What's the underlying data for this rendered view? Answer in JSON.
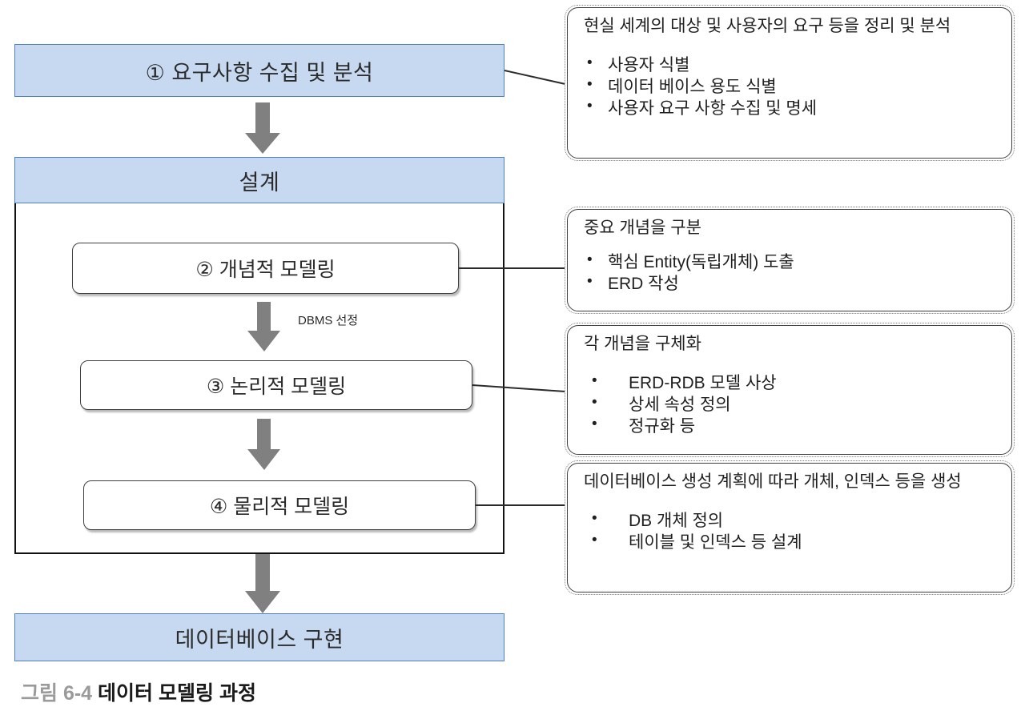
{
  "figure": {
    "caption_number": "그림 6-4",
    "caption_title": "데이터 모델링 과정"
  },
  "flow": {
    "stage_top": "① 요구사항 수집 및 분석",
    "stage_design": "설계",
    "stage_bottom": "데이터베이스 구현",
    "steps": [
      {
        "label": "② 개념적 모델링"
      },
      {
        "label": "③ 논리적 모델링"
      },
      {
        "label": "④ 물리적 모델링"
      }
    ],
    "arrow_label_dbms": "DBMS 선정"
  },
  "callouts": [
    {
      "id": "requirements",
      "head": "현실 세계의 대상 및 사용자의 요구 등을 정리 및 분석",
      "items": [
        "사용자 식별",
        "데이터 베이스 용도 식별",
        "사용자 요구 사항 수집 및 명세"
      ]
    },
    {
      "id": "conceptual",
      "head": "중요 개념을 구분",
      "items": [
        "핵심 Entity(독립개체) 도출",
        "ERD 작성"
      ]
    },
    {
      "id": "logical",
      "head": "각 개념을 구체화",
      "items": [
        "ERD-RDB 모델 사상",
        "상세 속성 정의",
        "정규화 등"
      ]
    },
    {
      "id": "physical",
      "head": "데이터베이스 생성 계획에 따라 개체, 인덱스 등을 생성",
      "items": [
        "DB 개체 정의",
        "테이블 및 인덱스 등 설계"
      ]
    }
  ],
  "colors": {
    "stage_fill": "#c6d9f0",
    "stage_border": "#4f81bd",
    "arrow_gray": "#808080",
    "container_border": "#111111",
    "caption_number_color": "#9a9a9a"
  }
}
